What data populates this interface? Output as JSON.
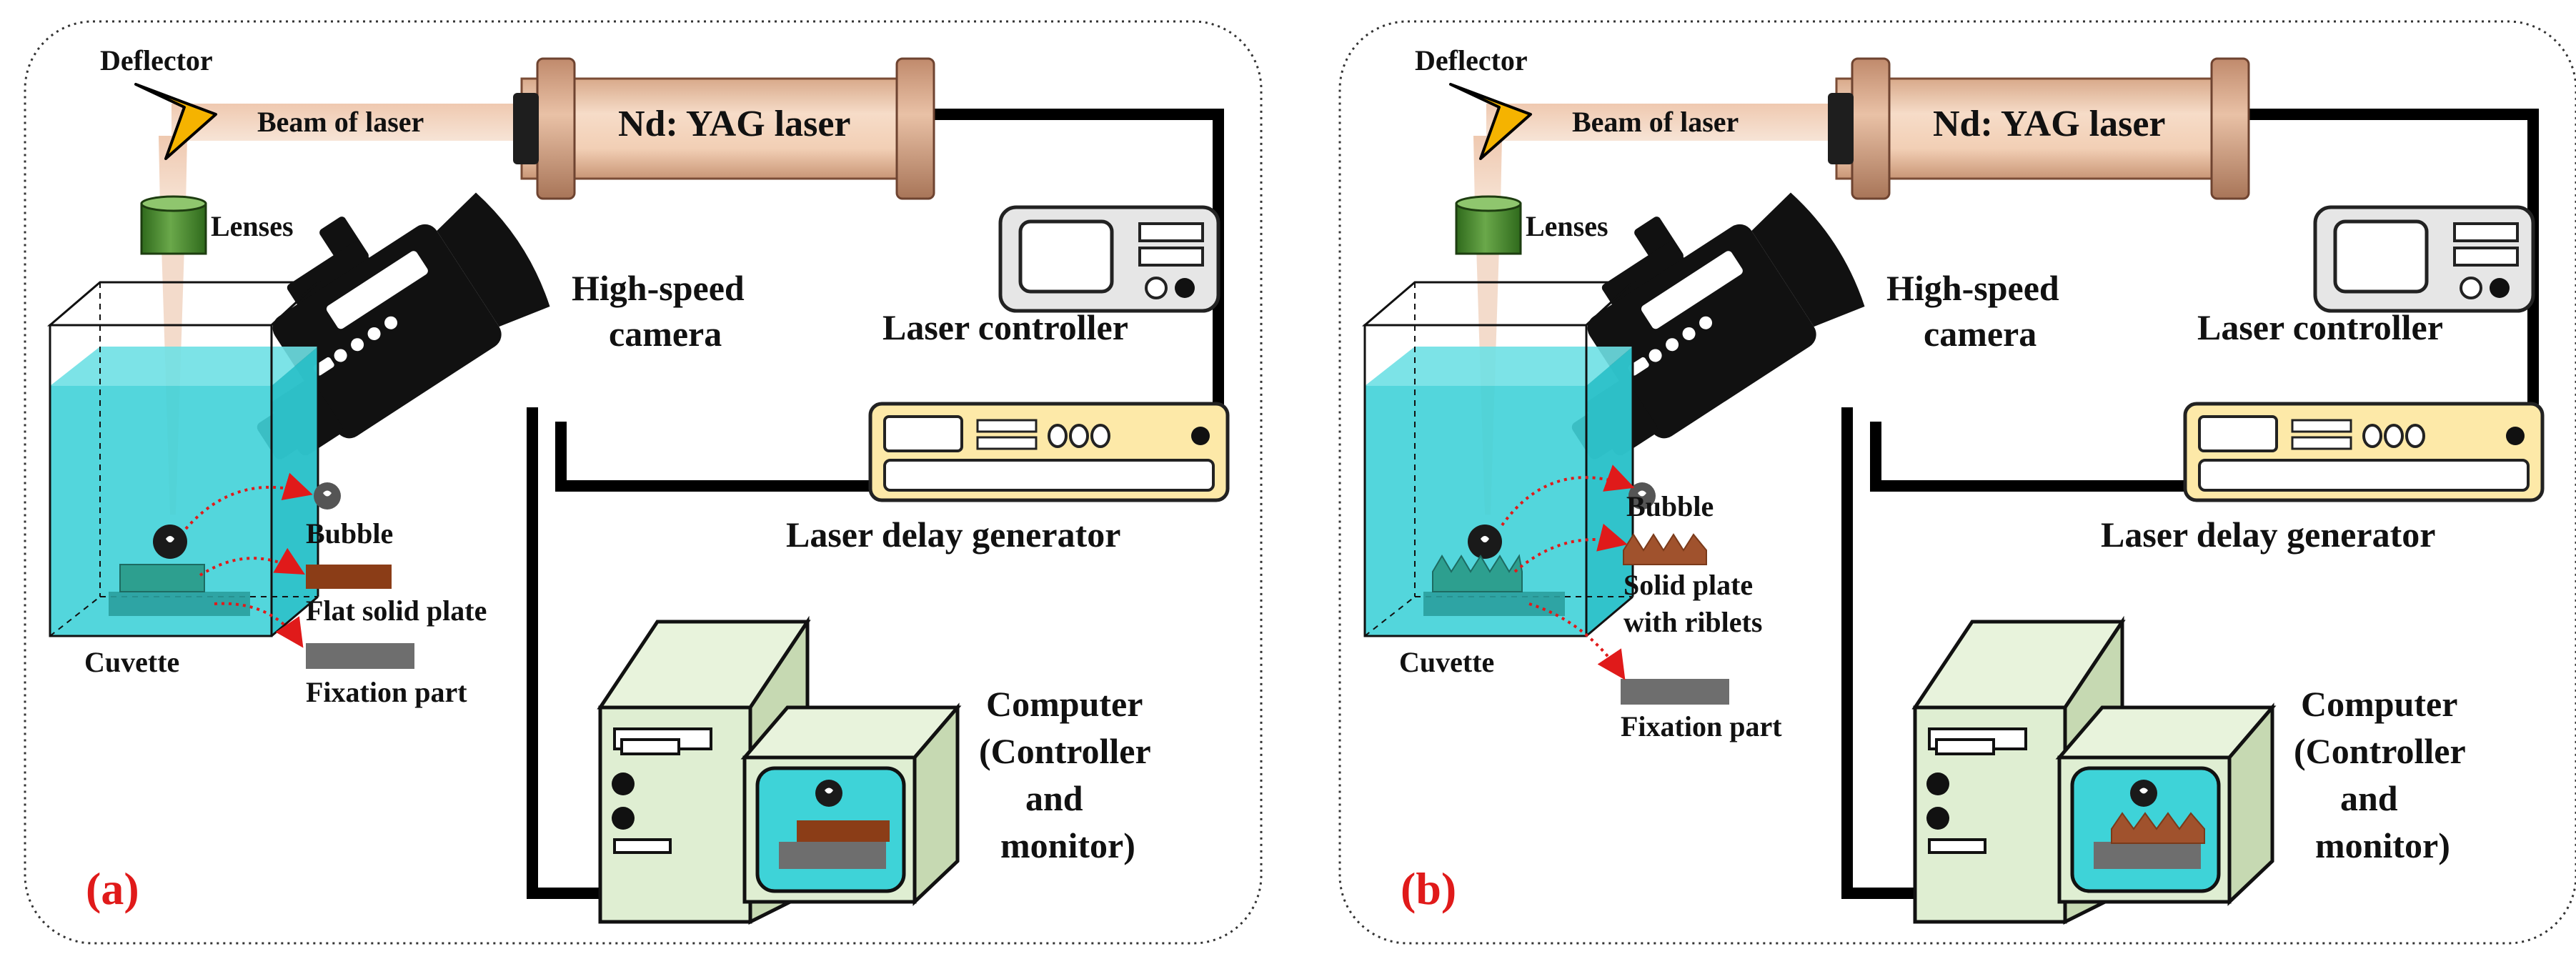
{
  "panels": [
    {
      "tag": "(a)",
      "deflector": "Deflector",
      "beam": "Beam of laser",
      "laser": "Nd: YAG laser",
      "lenses": "Lenses",
      "camera": [
        "High-speed",
        "camera"
      ],
      "laser_controller": "Laser controller",
      "delay_generator": "Laser delay generator",
      "bubble": "Bubble",
      "plate": [
        "Flat solid plate"
      ],
      "fixation": "Fixation part",
      "cuvette": "Cuvette",
      "computer": [
        "Computer",
        "(Controller",
        "and",
        "monitor)"
      ]
    },
    {
      "tag": "(b)",
      "deflector": "Deflector",
      "beam": "Beam of laser",
      "laser": "Nd: YAG laser",
      "lenses": "Lenses",
      "camera": [
        "High-speed",
        "camera"
      ],
      "laser_controller": "Laser controller",
      "delay_generator": "Laser delay generator",
      "bubble": "Bubble",
      "plate": [
        "Solid plate",
        "with riblets"
      ],
      "fixation": "Fixation part",
      "cuvette": "Cuvette",
      "computer": [
        "Computer",
        "(Controller",
        "and",
        "monitor)"
      ]
    }
  ],
  "colors": {
    "water": "#3fd0d8",
    "flat_plate": "#8b3d17",
    "riblet_plate": "#a0522d",
    "fixation": "#6e6e6e",
    "lens": "#4e8a2e",
    "deflector": "#f5b300",
    "laser_body": "#f2cfb5",
    "beam": "#f3d6c0",
    "delay_generator": "#fde9a8",
    "computer": "#dfeed2",
    "monitor_screen": "#3ed3d8",
    "tag": "#e01a1a",
    "bubble_arrow": "#e01a1a"
  }
}
